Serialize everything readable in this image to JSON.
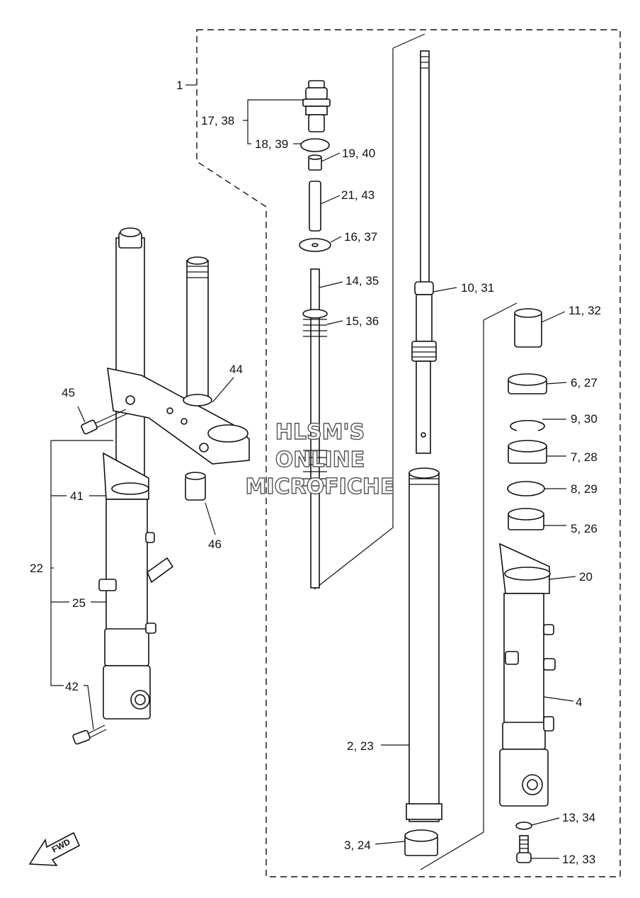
{
  "callouts": {
    "c1": "1",
    "c17_38": "17, 38",
    "c18_39": "18, 39",
    "c19_40": "19, 40",
    "c21_43": "21, 43",
    "c16_37": "16, 37",
    "c14_35": "14, 35",
    "c15_36": "15, 36",
    "c10_31": "10, 31",
    "c11_32": "11, 32",
    "c6_27": "6, 27",
    "c9_30": "9, 30",
    "c7_28": "7, 28",
    "c8_29": "8, 29",
    "c5_26": "5, 26",
    "c20": "20",
    "c4": "4",
    "c2_23": "2, 23",
    "c3_24": "3, 24",
    "c13_34": "13, 34",
    "c12_33": "12, 33",
    "c44": "44",
    "c45": "45",
    "c46": "46",
    "c41": "41",
    "c22": "22",
    "c25": "25",
    "c42": "42"
  },
  "watermark": {
    "line1": "HLSM'S",
    "line2": "ONLINE",
    "line3": "MICROFICHE"
  },
  "fwd_label": "FWD"
}
